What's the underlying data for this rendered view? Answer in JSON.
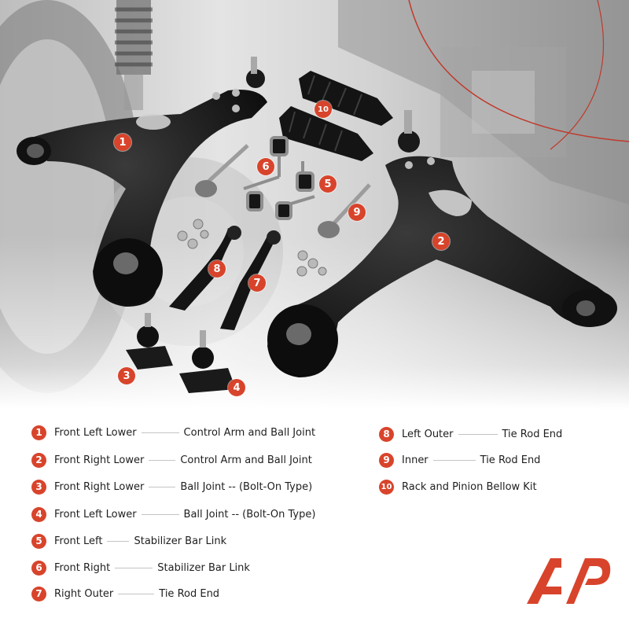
{
  "callouts": [
    "1",
    "2",
    "3",
    "4",
    "5",
    "6",
    "7",
    "8",
    "9",
    "10"
  ],
  "legend": [
    {
      "num": "1",
      "left": "Front Left Lower",
      "right": "Control Arm and Ball Joint"
    },
    {
      "num": "2",
      "left": "Front Right Lower",
      "right": "Control Arm and Ball Joint"
    },
    {
      "num": "3",
      "left": "Front Right Lower",
      "right": "Ball Joint -- (Bolt-On Type)"
    },
    {
      "num": "4",
      "left": "Front Left Lower",
      "right": "Ball Joint -- (Bolt-On Type)"
    },
    {
      "num": "5",
      "left": "Front Left",
      "right": "Stabilizer Bar Link"
    },
    {
      "num": "6",
      "left": "Front Right",
      "right": "Stabilizer Bar Link"
    },
    {
      "num": "7",
      "left": "Right Outer",
      "right": "Tie Rod End"
    },
    {
      "num": "8",
      "left": "Left Outer",
      "right": "Tie Rod End"
    },
    {
      "num": "9",
      "left": "Inner",
      "right": "Tie Rod End"
    },
    {
      "num": "10",
      "left": "Rack and Pinion Bellow Kit",
      "right": ""
    }
  ],
  "colors": {
    "accent": "#d8442b",
    "text": "#1e1e1e",
    "rule": "#c4c4c4"
  },
  "logo": {
    "icon": "ap-brand-logo"
  }
}
